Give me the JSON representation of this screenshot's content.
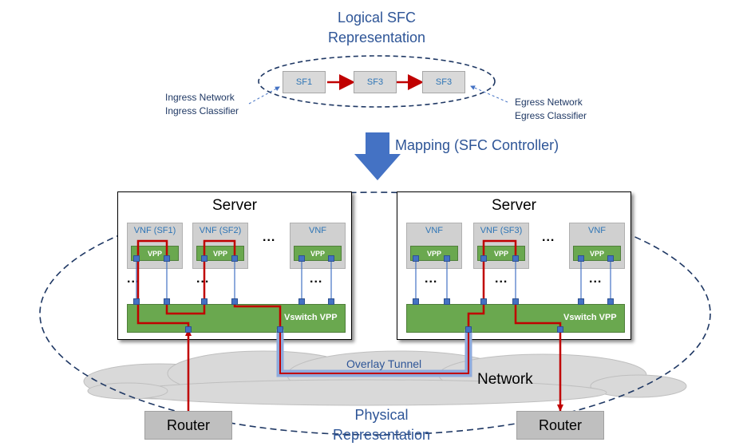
{
  "logical": {
    "title_line1": "Logical SFC",
    "title_line2": "Representation",
    "sf_boxes": [
      "SF1",
      "SF3",
      "SF3"
    ],
    "ingress_line1": "Ingress Network",
    "ingress_line2": "Ingress Classifier",
    "egress_line1": "Egress Network",
    "egress_line2": "Egress Classifier"
  },
  "mapping_label": "Mapping (SFC Controller)",
  "servers": [
    {
      "label": "Server",
      "vnfs": [
        "VNF (SF1)",
        "VNF (SF2)",
        "VNF"
      ],
      "vswitch_label": "Vswitch VPP"
    },
    {
      "label": "Server",
      "vnfs": [
        "VNF",
        "VNF (SF3)",
        "VNF"
      ],
      "vswitch_label": "Vswitch VPP"
    }
  ],
  "vpp_label": "VPP",
  "ellipsis": "...",
  "overlay_tunnel": "Overlay Tunnel",
  "network_label": "Network",
  "routers": [
    "Router",
    "Router"
  ],
  "physical_line1": "Physical",
  "physical_line2": "Representation",
  "colors": {
    "accent_blue": "#2e5597",
    "flow_red": "#c00000",
    "vpp_green": "#6aa84f",
    "tunnel_blue": "#8faadc"
  }
}
